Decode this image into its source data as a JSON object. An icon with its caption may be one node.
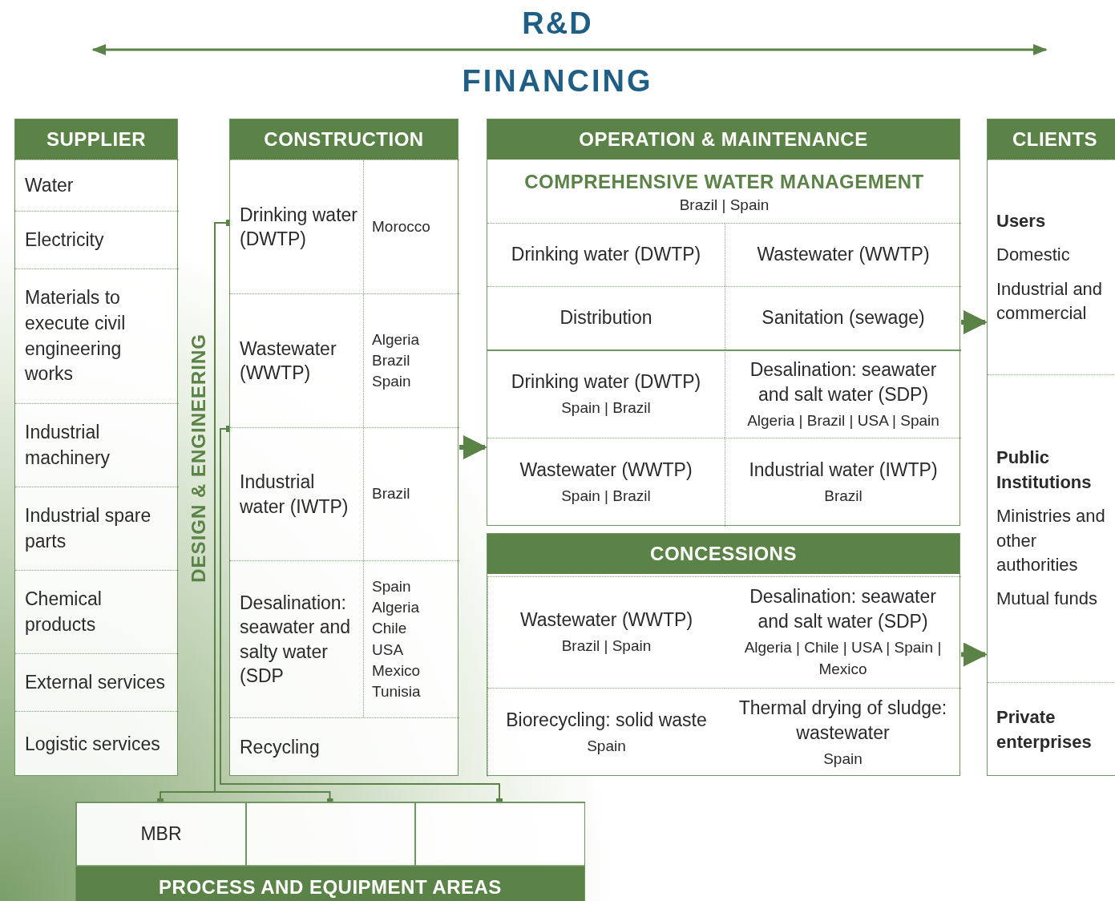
{
  "diagram": {
    "nodes": [
      {
        "text": [
          "SUPPLIER"
        ]
      },
      {
        "text": [
          "Water"
        ],
        "in": 0
      },
      {
        "text": [
          "Electricity"
        ],
        "in": 0
      },
      {
        "text": [
          "Materials to execute civil engineering works"
        ],
        "in": 0
      },
      {
        "text": [
          "Industrial machinery"
        ],
        "in": 0
      },
      {
        "text": [
          "Industrial spare parts"
        ],
        "in": 0
      },
      {
        "text": [
          "Chemical products"
        ],
        "in": 0
      },
      {
        "text": [
          "External services"
        ],
        "in": 0
      },
      {
        "text": [
          "Logistic services"
        ],
        "in": 0
      },
      {
        "text": [
          "CONSTRUCTION"
        ]
      },
      {
        "text": [
          "Drinking water (DWTP)",
          "Morocco"
        ],
        "in": 9
      },
      {
        "text": [
          "Wastewater (WWTP)",
          "Algeria Brazil Spain"
        ],
        "in": 9
      },
      {
        "text": [
          "Industrial water (IWTP)",
          "Brazil"
        ],
        "in": 9
      },
      {
        "text": [
          "Desalination: seawater and salty water (SDP",
          "Spain Algeria Chile USA Mexico Tunisia"
        ],
        "in": 9
      },
      {
        "text": [
          "Recycling"
        ],
        "in": 9
      },
      {
        "text": [
          "OPERATION & MAINTENANCE"
        ]
      },
      {
        "text": [
          "COMPREHENSIVE WATER MANAGEMENT",
          "Brazil | Spain"
        ],
        "in": 15
      },
      {
        "text": [
          "Drinking water (DWTP)"
        ],
        "in": 16
      },
      {
        "text": [
          "Wastewater (WWTP)"
        ],
        "in": 16
      },
      {
        "text": [
          "Distribution"
        ],
        "in": 16
      },
      {
        "text": [
          "Sanitation (sewage)"
        ],
        "in": 16
      },
      {
        "text": [
          "Drinking water (DWTP)",
          "Spain | Brazil"
        ],
        "in": 15
      },
      {
        "text": [
          "Desalination: seawater and salt water (SDP)",
          "Algeria | Brazil | USA | Spain"
        ],
        "in": 15
      },
      {
        "text": [
          "Wastewater (WWTP)",
          "Spain | Brazil"
        ],
        "in": 15
      },
      {
        "text": [
          "Industrial water (IWTP)",
          "Brazil"
        ],
        "in": 15
      },
      {
        "text": [
          "CONCESSIONS"
        ]
      },
      {
        "text": [
          "Wastewater (WWTP)",
          "Brazil | Spain"
        ],
        "in": 25
      },
      {
        "text": [
          "Desalination: seawater and salt water (SDP)",
          "Algeria | Chile | USA | Spain | Mexico"
        ],
        "in": 25
      },
      {
        "text": [
          "Biorecycling: solid waste",
          "Spain"
        ],
        "in": 25
      },
      {
        "text": [
          "Thermal drying of sludge: wastewater",
          "Spain"
        ],
        "in": 25
      },
      {
        "text": [
          "CLIENTS"
        ]
      },
      {
        "text": [
          "Users",
          "Domestic",
          "Industrial and commercial"
        ],
        "in": 30
      },
      {
        "text": [
          "Public Institutions",
          "Ministries and other authorities",
          "Mutual funds"
        ],
        "in": 30
      },
      {
        "text": [
          "Private enterprises"
        ],
        "in": 30
      },
      {
        "text": [
          "PROCESS AND EQUIPMENT AREAS"
        ]
      },
      {
        "text": [
          "MBR"
        ],
        "in": 34
      },
      {
        "text": [],
        "shape": "box",
        "in": 34
      },
      {
        "text": [],
        "shape": "box",
        "in": 34
      }
    ],
    "edges": [
      {
        "from": 10,
        "to": 35,
        "arrow": "other"
      },
      {
        "from": 10,
        "to": 36,
        "arrow": "other"
      },
      {
        "from": 12,
        "to": 37,
        "arrow": "other"
      },
      {
        "from": 9,
        "to": 15,
        "arrow": "to",
        "style": "thick"
      },
      {
        "from": 15,
        "to": 30,
        "arrow": "to",
        "style": "thick"
      },
      {
        "from": 25,
        "to": 30,
        "arrow": "to",
        "style": "thick"
      }
    ],
    "labels": [
      "R&D",
      "FINANCING",
      "DESIGN & ENGINEERING"
    ]
  }
}
